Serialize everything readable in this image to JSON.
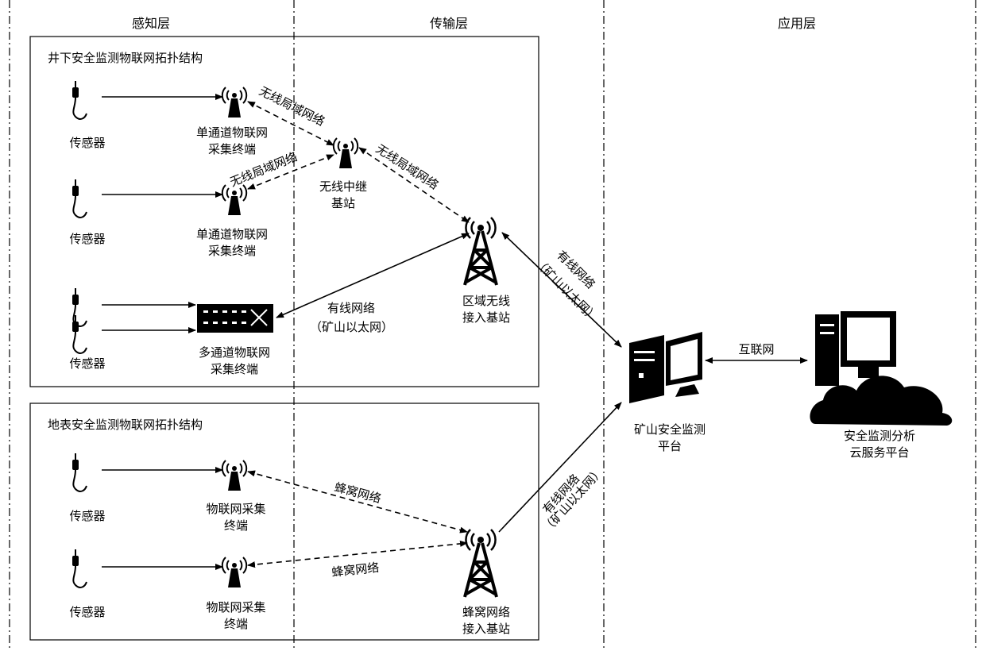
{
  "layers": {
    "perception": "感知层",
    "transmission": "传输层",
    "application": "应用层"
  },
  "underground": {
    "title": "井下安全监测物联网拓扑结构",
    "sensor_label": "传感器",
    "single_terminal_line1": "单通道物联网",
    "single_terminal_line2": "采集终端",
    "relay_line1": "无线中继",
    "relay_line2": "基站",
    "multi_terminal_line1": "多通道物联网",
    "multi_terminal_line2": "采集终端",
    "region_bs_line1": "区域无线",
    "region_bs_line2": "接入基站",
    "wlan_label": "无线局域网络",
    "wired_line1": "有线网络",
    "wired_line2": "（矿山以太网）"
  },
  "surface": {
    "title": "地表安全监测物联网拓扑结构",
    "sensor_label": "传感器",
    "terminal_line1": "物联网采集",
    "terminal_line2": "终端",
    "cellular_label": "蜂窝网络",
    "cell_bs_line1": "蜂窝网络",
    "cell_bs_line2": "接入基站"
  },
  "links": {
    "wired_line1": "有线网络",
    "wired_line2": "（矿山以太网）",
    "internet": "互联网"
  },
  "platform": {
    "line1": "矿山安全监测",
    "line2": "平台"
  },
  "cloud": {
    "line1": "安全监测分析",
    "line2": "云服务平台"
  }
}
